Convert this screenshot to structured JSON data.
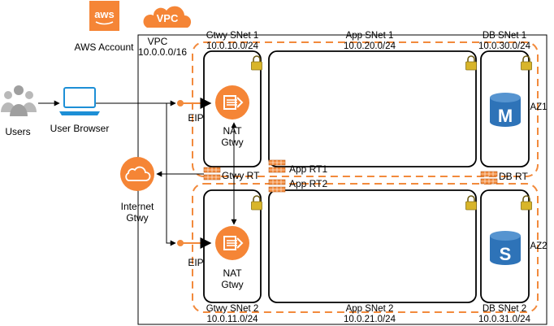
{
  "aws": {
    "logo_text": "aws",
    "account_label": "AWS Account",
    "brand_color": "#e8843a"
  },
  "vpc": {
    "cloud_label": "VPC",
    "name": "VPC",
    "cidr": "10.0.0.0/16"
  },
  "actors": {
    "users_label": "Users",
    "browser_label": "User Browser"
  },
  "subnets": {
    "gtwy1": {
      "name": "Gtwy SNet 1",
      "cidr": "10.0.10.0/24"
    },
    "app1": {
      "name": "App SNet 1",
      "cidr": "10.0.20.0/24"
    },
    "db1": {
      "name": "DB SNet 1",
      "cidr": "10.0.30.0/24"
    },
    "gtwy2": {
      "name": "Gtwy SNet 2",
      "cidr": "10.0.11.0/24"
    },
    "app2": {
      "name": "App SNet 2",
      "cidr": "10.0.21.0/24"
    },
    "db2": {
      "name": "DB SNet 2",
      "cidr": "10.0.31.0/24"
    }
  },
  "zones": {
    "az1": "AZ1",
    "az2": "AZ2"
  },
  "gateways": {
    "eip_label": "EIP",
    "nat_line1": "NAT",
    "nat_line2": "Gtwy",
    "igw_line1": "Internet",
    "igw_line2": "Gtwy"
  },
  "route_tables": {
    "gtwy": "Gtwy RT",
    "app1": "App RT1",
    "app2": "App RT2",
    "db": "DB RT"
  },
  "databases": {
    "master_letter": "M",
    "standby_letter": "S",
    "color": "#2e73b8"
  }
}
